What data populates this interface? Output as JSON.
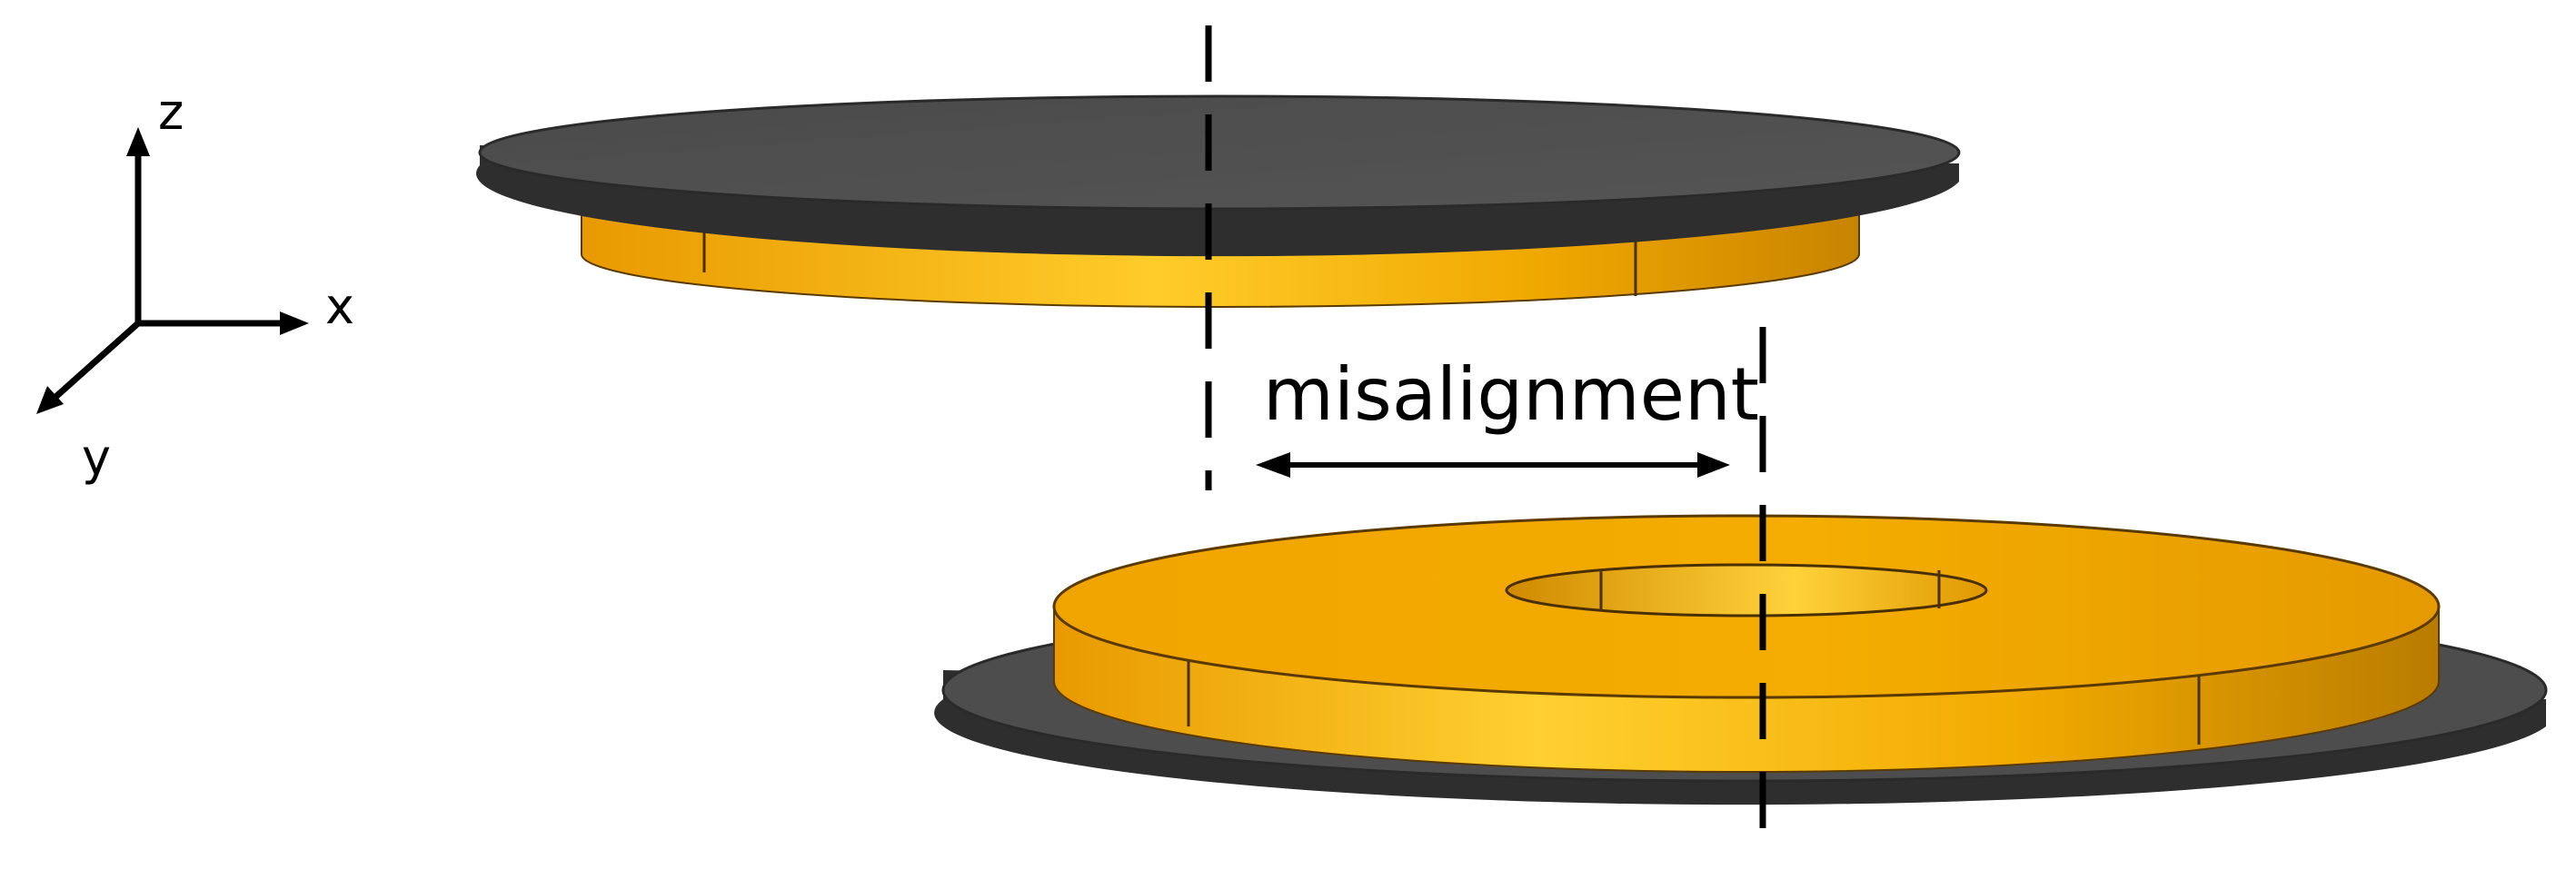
{
  "axes": {
    "z_label": "z",
    "x_label": "x",
    "y_label": "y"
  },
  "annotation": {
    "misalignment_label": "misalignment"
  },
  "colors": {
    "plate": "#505050",
    "plate_dark": "#3a3a3a",
    "coil": "#f0a500",
    "coil_light": "#ffd23a",
    "coil_dark": "#b87a00",
    "line": "#000000"
  }
}
